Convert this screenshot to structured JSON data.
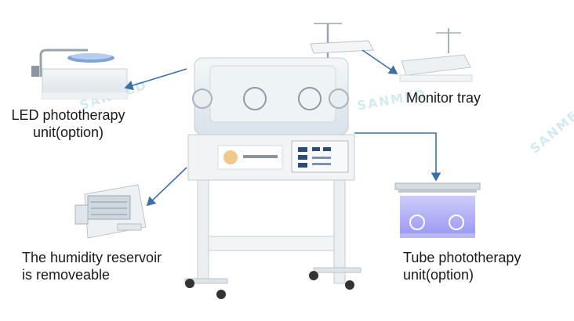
{
  "labels": {
    "led": [
      "LED phototherapy",
      "unit(option)"
    ],
    "monitor_tray": "Monitor tray",
    "humidity": [
      "The humidity reservoir",
      "is removeable"
    ],
    "tube": [
      "Tube phototherapy",
      "unit(option)"
    ]
  },
  "watermark": "SANMED",
  "colors": {
    "arrow": "#3d6fa8",
    "frame": "#e6e9ec",
    "glass": "#dfe7ee",
    "tube_light": "#9a98f2",
    "panel_text": "#2a4c7a",
    "watermark": "#7fc6d6"
  },
  "icons": [
    "iv-pole-icon",
    "porthole-icon",
    "caster-wheel-icon",
    "arrow-icon"
  ]
}
